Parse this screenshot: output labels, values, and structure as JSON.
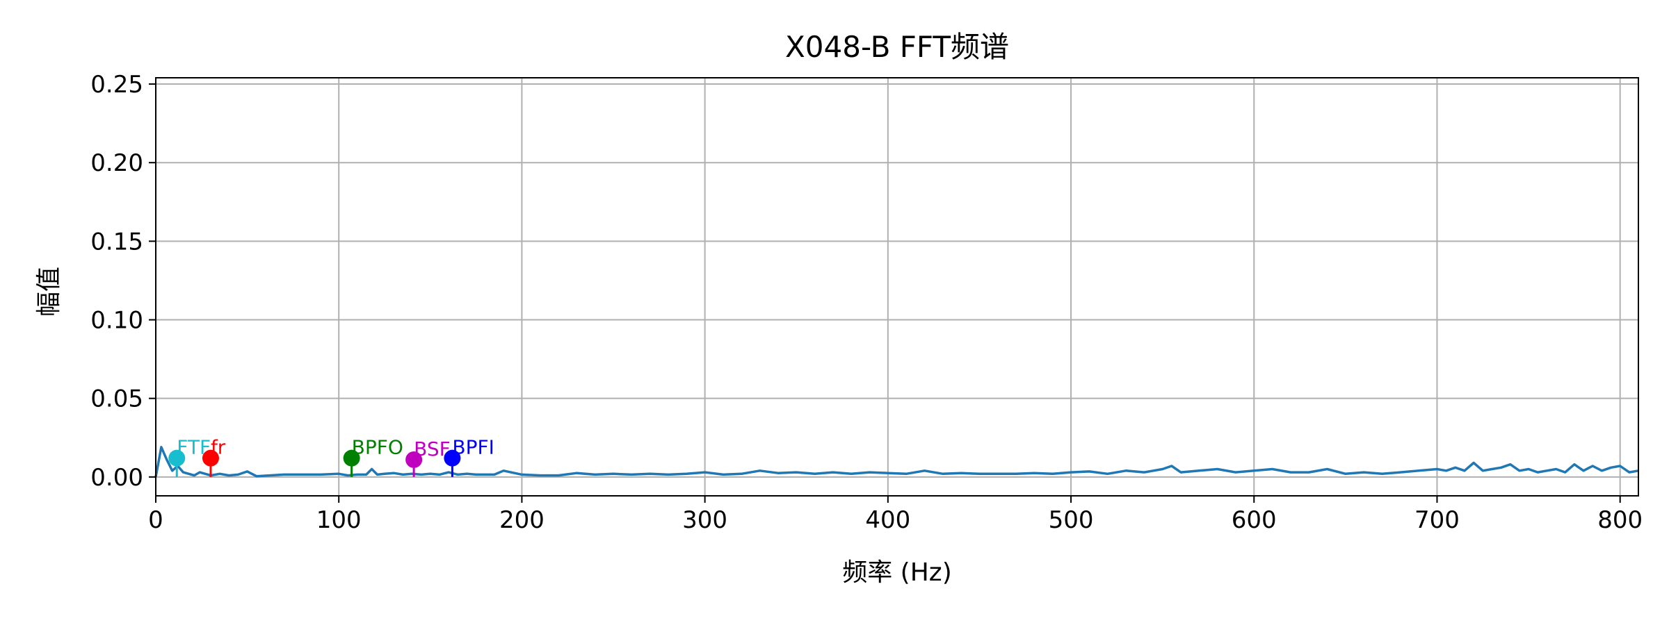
{
  "chart_data": {
    "type": "line",
    "title": "X048-B FFT频谱",
    "xlabel": "频率 (Hz)",
    "ylabel": "幅值",
    "xlim": [
      0,
      810
    ],
    "ylim": [
      -0.012,
      0.254
    ],
    "x_ticks": [
      0,
      100,
      200,
      300,
      400,
      500,
      600,
      700,
      800
    ],
    "x_tick_labels": [
      "0",
      "100",
      "200",
      "300",
      "400",
      "500",
      "600",
      "700",
      "800"
    ],
    "y_ticks": [
      0.0,
      0.05,
      0.1,
      0.15,
      0.2,
      0.25
    ],
    "y_tick_labels": [
      "0.00",
      "0.05",
      "0.10",
      "0.15",
      "0.20",
      "0.25"
    ],
    "grid": true,
    "series": [
      {
        "color": "#1f77b4",
        "x": [
          0,
          3,
          6,
          9,
          12,
          15,
          18,
          21,
          24,
          27,
          30,
          35,
          40,
          45,
          50,
          55,
          60,
          70,
          80,
          90,
          100,
          105,
          110,
          115,
          118,
          121,
          125,
          130,
          135,
          140,
          145,
          150,
          155,
          160,
          165,
          170,
          175,
          180,
          185,
          190,
          200,
          210,
          220,
          230,
          240,
          250,
          260,
          270,
          280,
          290,
          300,
          310,
          320,
          330,
          340,
          350,
          360,
          370,
          380,
          390,
          400,
          410,
          420,
          430,
          440,
          450,
          460,
          470,
          480,
          490,
          500,
          510,
          520,
          530,
          540,
          550,
          555,
          560,
          570,
          580,
          590,
          600,
          610,
          620,
          630,
          640,
          650,
          660,
          670,
          680,
          690,
          700,
          705,
          710,
          715,
          720,
          725,
          730,
          735,
          740,
          745,
          750,
          755,
          760,
          765,
          770,
          775,
          780,
          785,
          790,
          795,
          800,
          805,
          810
        ],
        "y": [
          0.0,
          0.019,
          0.011,
          0.004,
          0.007,
          0.003,
          0.002,
          0.001,
          0.003,
          0.002,
          0.001,
          0.002,
          0.001,
          0.0015,
          0.0035,
          0.0005,
          0.0008,
          0.0015,
          0.0015,
          0.0015,
          0.002,
          0.001,
          0.0015,
          0.0015,
          0.005,
          0.0015,
          0.002,
          0.0025,
          0.0015,
          0.002,
          0.0015,
          0.002,
          0.0015,
          0.003,
          0.0015,
          0.002,
          0.0015,
          0.0015,
          0.0015,
          0.004,
          0.0015,
          0.001,
          0.001,
          0.0025,
          0.0015,
          0.002,
          0.0015,
          0.002,
          0.0015,
          0.002,
          0.003,
          0.0015,
          0.002,
          0.004,
          0.0025,
          0.003,
          0.002,
          0.003,
          0.002,
          0.003,
          0.0025,
          0.002,
          0.004,
          0.002,
          0.0025,
          0.002,
          0.002,
          0.002,
          0.0025,
          0.002,
          0.003,
          0.0035,
          0.002,
          0.004,
          0.003,
          0.005,
          0.007,
          0.003,
          0.004,
          0.005,
          0.003,
          0.004,
          0.005,
          0.003,
          0.003,
          0.005,
          0.002,
          0.003,
          0.002,
          0.003,
          0.004,
          0.005,
          0.004,
          0.006,
          0.004,
          0.009,
          0.004,
          0.005,
          0.006,
          0.008,
          0.004,
          0.005,
          0.003,
          0.004,
          0.005,
          0.003,
          0.008,
          0.004,
          0.007,
          0.004,
          0.006,
          0.007,
          0.003,
          0.004
        ]
      }
    ],
    "markers": [
      {
        "label": "FTF",
        "x": 11.5,
        "y": 0.012,
        "color": "#17becf"
      },
      {
        "label": "fr",
        "x": 30.0,
        "y": 0.012,
        "color": "#ff0000"
      },
      {
        "label": "BPFO",
        "x": 107.0,
        "y": 0.012,
        "color": "#008000"
      },
      {
        "label": "BSF",
        "x": 141.0,
        "y": 0.011,
        "color": "#bf00bf"
      },
      {
        "label": "BPFI",
        "x": 162.0,
        "y": 0.012,
        "color": "#0000ff"
      }
    ]
  }
}
